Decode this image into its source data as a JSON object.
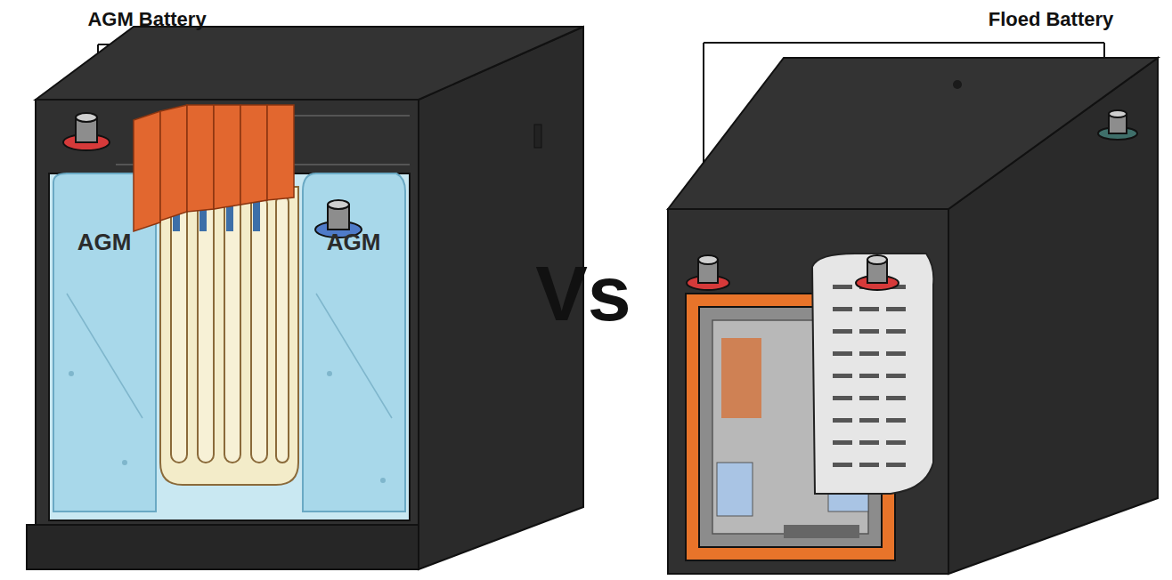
{
  "diagram": {
    "labels": [
      "AGM Battery",
      "Floed Battery",
      "Vs",
      "AGM",
      "AGM"
    ]
  }
}
